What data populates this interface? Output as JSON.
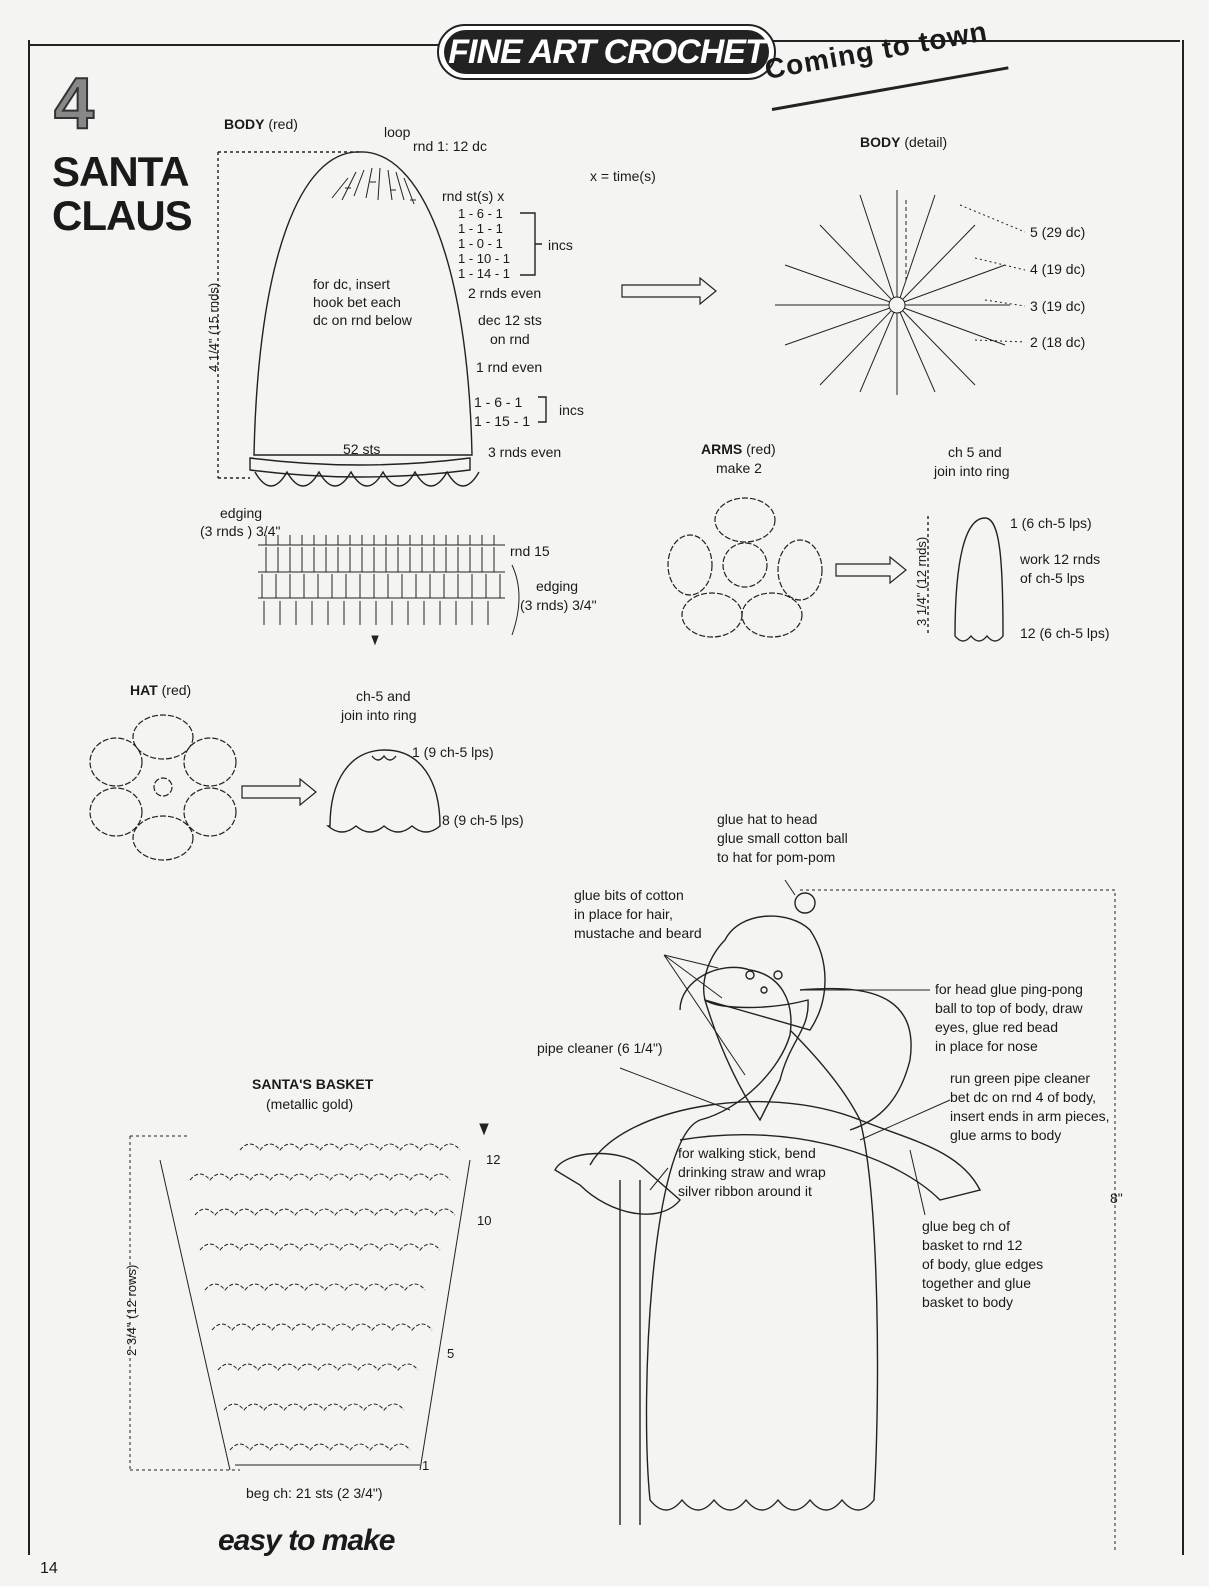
{
  "header": {
    "banner": "FINE ART CROCHET",
    "series": "Coming to town",
    "number": "4",
    "title_line1": "SANTA",
    "title_line2": "CLAUS"
  },
  "body_section": {
    "label": "BODY",
    "color": "(red)",
    "loop": "loop",
    "rnd1": "rnd 1:  12 dc",
    "table_header": "rnd  st(s)  x",
    "rows1": [
      "1 - 6 - 1",
      "1 - 1 - 1",
      "1 - 0 - 1",
      "1 - 10 - 1",
      "1 - 14 - 1"
    ],
    "incs": "incs",
    "two_rnds": "2 rnds even",
    "dec_line1": "dec 12 sts",
    "dec_line2": "on rnd",
    "one_rnd": "1 rnd even",
    "rows2": [
      "1 - 6 - 1",
      "1 - 15 - 1"
    ],
    "incs2": "incs",
    "three_rnds": "3 rnds even",
    "note_line1": "for dc, insert",
    "note_line2": "hook bet each",
    "note_line3": "dc on rnd below",
    "sts": "52 sts",
    "height": "4 1/4\" (15 rnds)",
    "edging_line1": "edging",
    "edging_line2": "(3 rnds ) 3/4\"",
    "rnd15": "rnd 15",
    "edging2_line1": "edging",
    "edging2_line2": "(3 rnds) 3/4\""
  },
  "legend": "x = time(s)",
  "body_detail": {
    "label": "BODY",
    "sub": "(detail)",
    "rounds": [
      "5 (29 dc)",
      "4 (19 dc)",
      "3 (19 dc)",
      "2 (18 dc)"
    ]
  },
  "arms": {
    "label": "ARMS",
    "color": "(red)",
    "make": "make 2",
    "ch_line1": "ch 5 and",
    "ch_line2": "join into ring",
    "r1": "1 (6 ch-5 lps)",
    "work_line1": "work 12 rnds",
    "work_line2": "of ch-5 lps",
    "r12": "12 (6 ch-5 lps)",
    "height": "3 1/4\" (12 rnds)"
  },
  "hat": {
    "label": "HAT",
    "color": "(red)",
    "ch_line1": "ch-5 and",
    "ch_line2": "join into ring",
    "r1": "1 (9 ch-5 lps)",
    "r8": "8 (9 ch-5 lps)"
  },
  "assembly": {
    "hat_note": [
      "glue hat to head",
      "glue small cotton ball",
      "to hat for pom-pom"
    ],
    "hair_note": [
      "glue bits of cotton",
      "in place for hair,",
      "mustache and beard"
    ],
    "head_note": [
      "for head glue ping-pong",
      "ball to top of body, draw",
      "eyes, glue red bead",
      "in place for nose"
    ],
    "pipe": "pipe cleaner (6 1/4\")",
    "arm_note": [
      "run green pipe cleaner",
      "bet dc on rnd 4 of body,",
      "insert ends in arm pieces,",
      "glue arms to body"
    ],
    "stick_note": [
      "for walking stick, bend",
      "drinking straw and wrap",
      "silver ribbon around it"
    ],
    "basket_note": [
      "glue beg ch of",
      "basket to rnd 12",
      "of body, glue edges",
      "together and glue",
      "basket to body"
    ],
    "height": "8\""
  },
  "basket": {
    "label": "SANTA'S BASKET",
    "sub": "(metallic gold)",
    "row_marks": [
      "12",
      "10",
      "5",
      "1"
    ],
    "height": "2 3/4\" (12 rows)",
    "beg_ch": "beg ch:  21 sts (2 3/4\")"
  },
  "footer": {
    "page": "14",
    "brand": "easy to make"
  }
}
